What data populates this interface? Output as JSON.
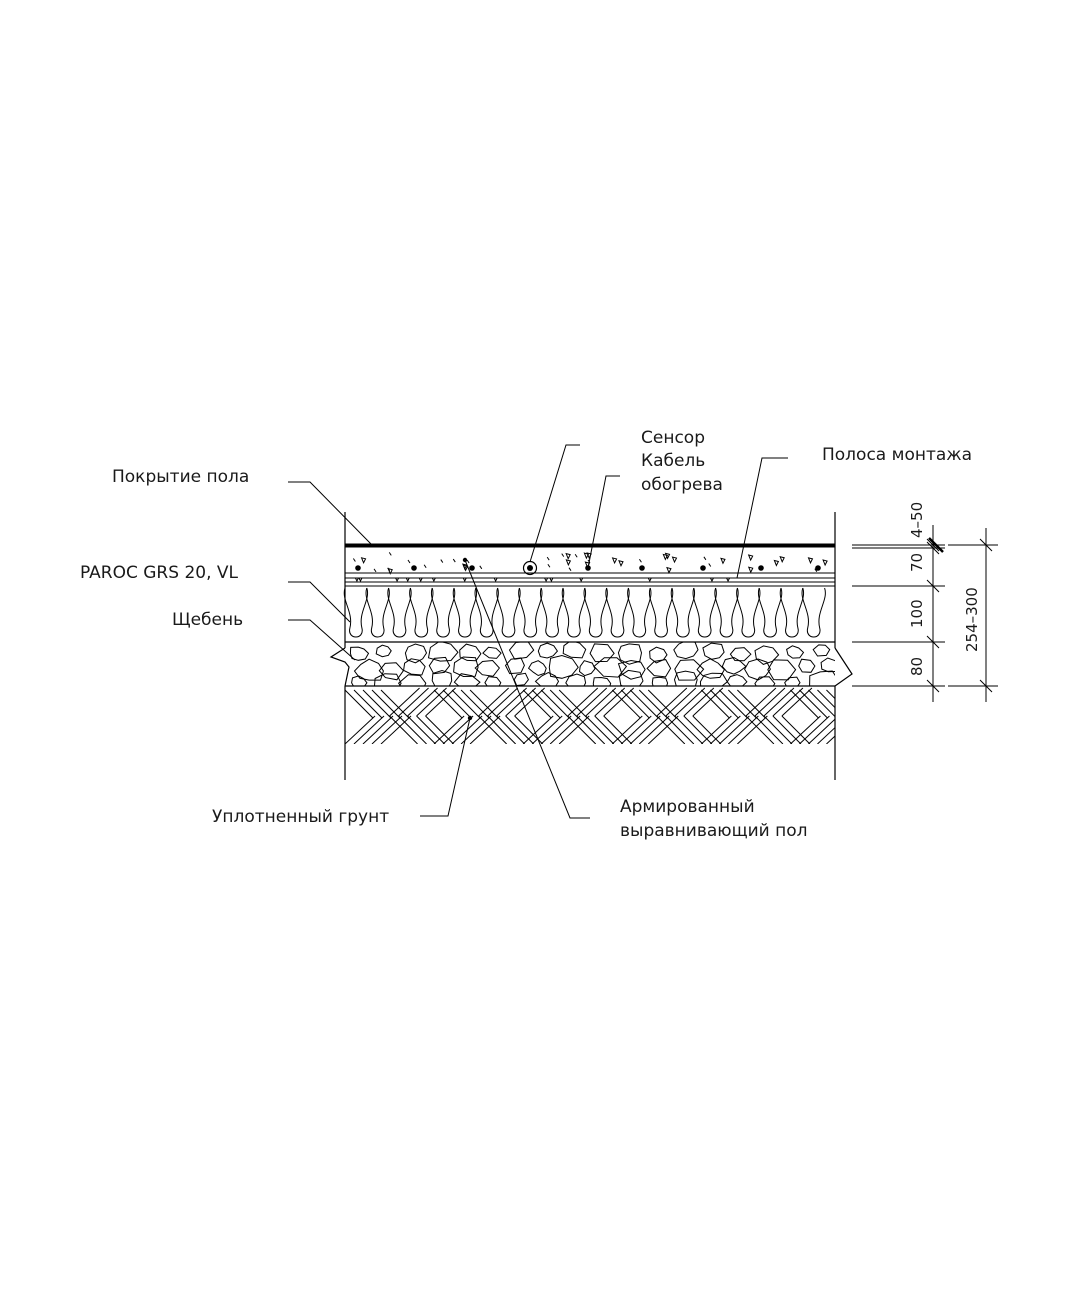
{
  "labels": {
    "floor_cover": "Покрытие пола",
    "paroc": "PAROC GRS 20, VL",
    "gravel": "Щебень",
    "sensor": "Сенсор",
    "cable_1": "Кабель",
    "cable_2": "обогрева",
    "mount_strip": "Полоса монтажа",
    "soil": "Уплотненный грунт",
    "screed_1": "Армированный",
    "screed_2": "выравнивающий пол"
  },
  "dimensions": {
    "cover": "4–50",
    "screed": "70",
    "insulation": "100",
    "gravel": "80",
    "total": "254–300"
  }
}
